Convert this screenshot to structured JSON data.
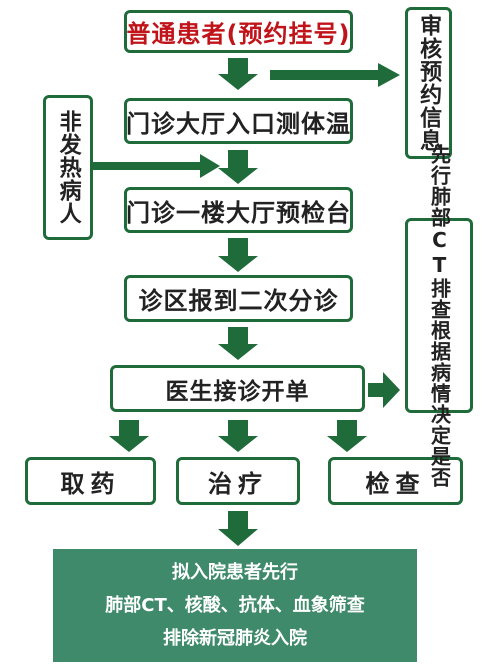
{
  "colors": {
    "arrow": "#1f6b3a",
    "border": "#1f6b3a",
    "panel": "#3f8a6b",
    "highlight": "#c0141a"
  },
  "nodes": {
    "start": "普通患者(预约挂号)",
    "check_temp": "门诊大厅入口测体温",
    "triage_desk": "门诊一楼大厅预检台",
    "second_triage": "诊区报到二次分诊",
    "doctor": "医生接诊开单",
    "get_medicine": "取药",
    "treatment": "治疗",
    "examination": "检查"
  },
  "side_notes": {
    "review": "审核预约信息",
    "non_fever": "非发热病人",
    "ct_col1": "先行肺部CT排查",
    "ct_col2": "根据病情决定是否"
  },
  "bottom": {
    "line1": "拟入院患者先行",
    "line2": "肺部CT、核酸、抗体、血象筛查",
    "line3": "排除新冠肺炎入院"
  }
}
